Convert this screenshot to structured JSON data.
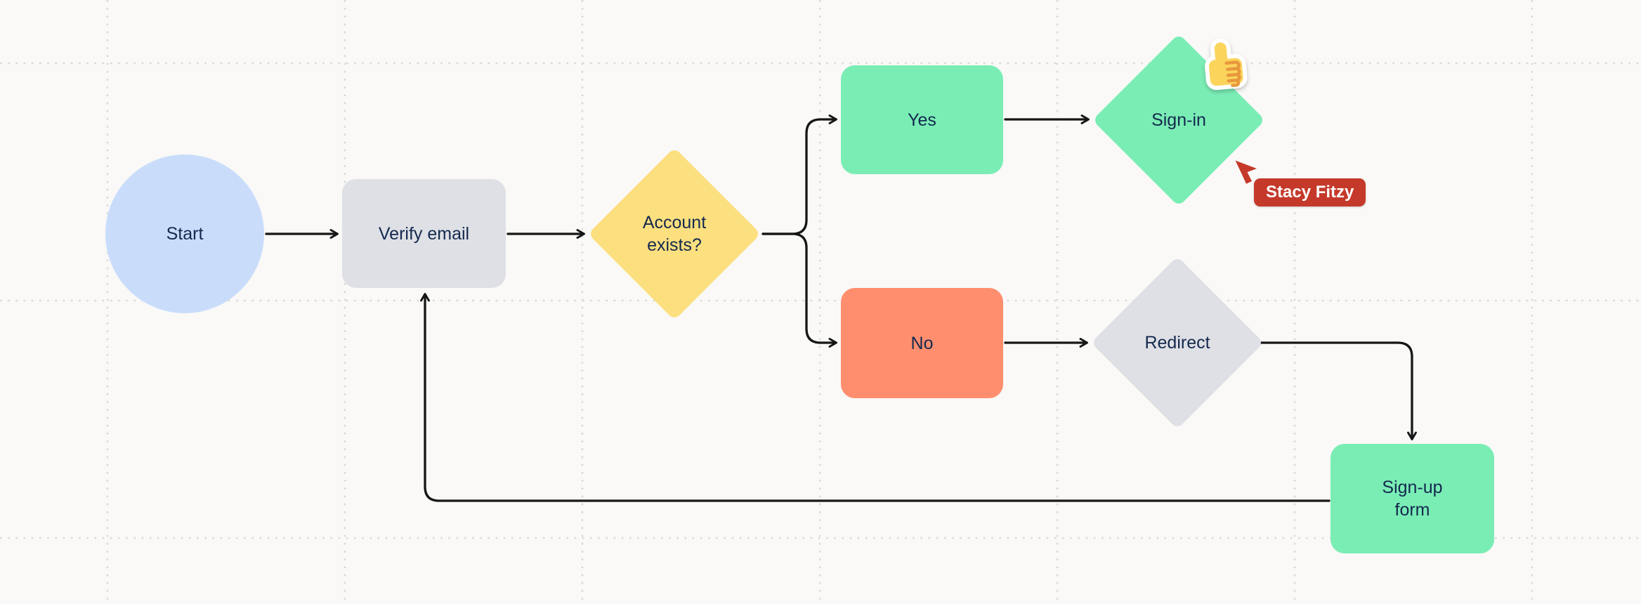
{
  "app": {
    "type": "collaborative-whiteboard-flowchart",
    "background_color": "#FAF9F7",
    "grid_color": "#D9D9D9",
    "connector_color": "#161616",
    "text_color": "#14294E"
  },
  "nodes": [
    {
      "id": "start",
      "label": "Start",
      "shape": "circle",
      "color": "#C9DDFB"
    },
    {
      "id": "verify-email",
      "label": "Verify email",
      "shape": "rounded-rect",
      "color": "#DEE0E5"
    },
    {
      "id": "account-exists",
      "label": "Account exists?",
      "shape": "diamond",
      "color": "#FCDF7E"
    },
    {
      "id": "yes",
      "label": "Yes",
      "shape": "rounded-rect",
      "color": "#7AEDB5"
    },
    {
      "id": "sign-in",
      "label": "Sign-in",
      "shape": "diamond",
      "color": "#7AEDB5"
    },
    {
      "id": "no",
      "label": "No",
      "shape": "rounded-rect",
      "color": "#FE8E6E"
    },
    {
      "id": "redirect",
      "label": "Redirect",
      "shape": "diamond",
      "color": "#DEE0E5"
    },
    {
      "id": "sign-up-form",
      "label": "Sign-up form",
      "shape": "rounded-rect",
      "color": "#7AEDB5"
    }
  ],
  "edges": [
    {
      "from": "start",
      "to": "verify-email"
    },
    {
      "from": "verify-email",
      "to": "account-exists"
    },
    {
      "from": "account-exists",
      "to": "yes"
    },
    {
      "from": "account-exists",
      "to": "no"
    },
    {
      "from": "yes",
      "to": "sign-in"
    },
    {
      "from": "no",
      "to": "redirect"
    },
    {
      "from": "redirect",
      "to": "sign-up-form"
    },
    {
      "from": "sign-up-form",
      "to": "verify-email"
    }
  ],
  "collaborator": {
    "name": "Stacy Fitzy",
    "cursor_color": "#C5392A",
    "tag_color": "#C5392A"
  },
  "reaction": {
    "icon": "thumbs-up-sticker",
    "attached_to": "sign-in"
  }
}
